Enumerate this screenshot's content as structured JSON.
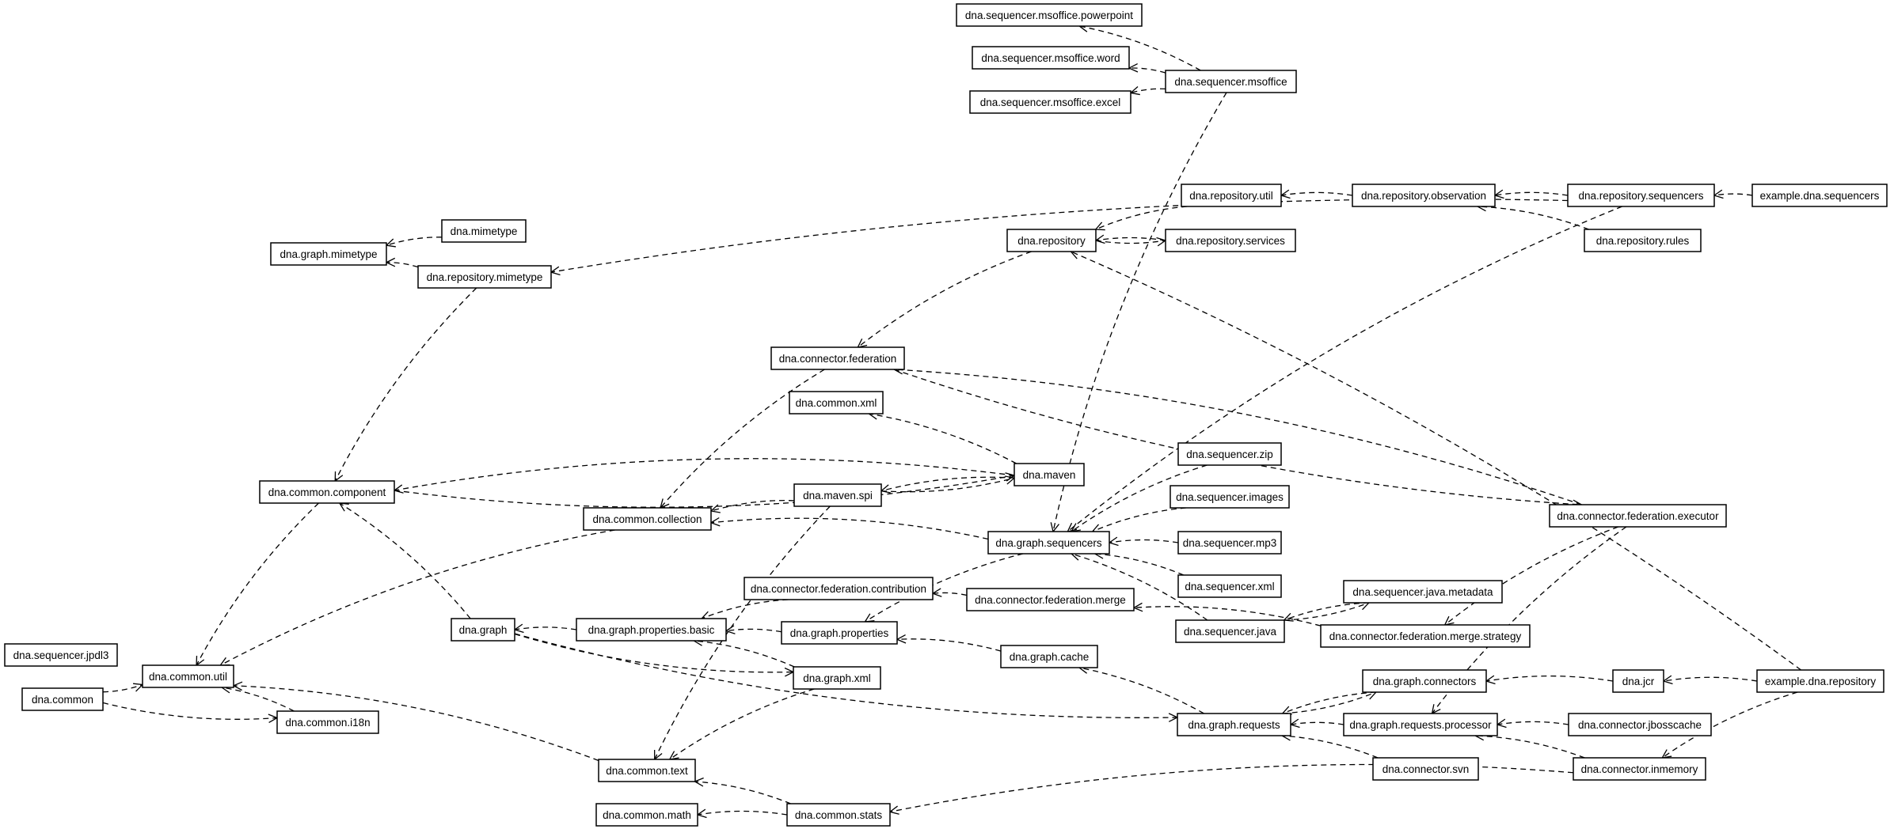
{
  "colors": {
    "line": "#000000",
    "box_fill": "#ffffff",
    "background": "#ffffff"
  },
  "nodes": [
    {
      "id": "powerpoint",
      "label": "dna.sequencer.msoffice.powerpoint"
    },
    {
      "id": "word",
      "label": "dna.sequencer.msoffice.word"
    },
    {
      "id": "excel",
      "label": "dna.sequencer.msoffice.excel"
    },
    {
      "id": "msoffice",
      "label": "dna.sequencer.msoffice"
    },
    {
      "id": "repo_util",
      "label": "dna.repository.util"
    },
    {
      "id": "repo_observation",
      "label": "dna.repository.observation"
    },
    {
      "id": "repo_sequencers",
      "label": "dna.repository.sequencers"
    },
    {
      "id": "example_sequencers",
      "label": "example.dna.sequencers"
    },
    {
      "id": "repo_rules",
      "label": "dna.repository.rules"
    },
    {
      "id": "mimetype",
      "label": "dna.mimetype"
    },
    {
      "id": "graph_mimetype",
      "label": "dna.graph.mimetype"
    },
    {
      "id": "repo_mimetype",
      "label": "dna.repository.mimetype"
    },
    {
      "id": "repository",
      "label": "dna.repository"
    },
    {
      "id": "repo_services",
      "label": "dna.repository.services"
    },
    {
      "id": "conn_federation",
      "label": "dna.connector.federation"
    },
    {
      "id": "common_xml",
      "label": "dna.common.xml"
    },
    {
      "id": "seq_zip",
      "label": "dna.sequencer.zip"
    },
    {
      "id": "maven",
      "label": "dna.maven"
    },
    {
      "id": "common_component",
      "label": "dna.common.component"
    },
    {
      "id": "maven_spi",
      "label": "dna.maven.spi"
    },
    {
      "id": "seq_images",
      "label": "dna.sequencer.images"
    },
    {
      "id": "common_collection",
      "label": "dna.common.collection"
    },
    {
      "id": "fed_executor",
      "label": "dna.connector.federation.executor"
    },
    {
      "id": "graph_sequencers",
      "label": "dna.graph.sequencers"
    },
    {
      "id": "seq_mp3",
      "label": "dna.sequencer.mp3"
    },
    {
      "id": "seq_xml",
      "label": "dna.sequencer.xml"
    },
    {
      "id": "fed_contribution",
      "label": "dna.connector.federation.contribution"
    },
    {
      "id": "fed_merge",
      "label": "dna.connector.federation.merge"
    },
    {
      "id": "seq_java_metadata",
      "label": "dna.sequencer.java.metadata"
    },
    {
      "id": "graph",
      "label": "dna.graph"
    },
    {
      "id": "props_basic",
      "label": "dna.graph.properties.basic"
    },
    {
      "id": "graph_props",
      "label": "dna.graph.properties"
    },
    {
      "id": "seq_java",
      "label": "dna.sequencer.java"
    },
    {
      "id": "merge_strategy",
      "label": "dna.connector.federation.merge.strategy"
    },
    {
      "id": "seq_jpdl3",
      "label": "dna.sequencer.jpdl3"
    },
    {
      "id": "graph_cache",
      "label": "dna.graph.cache"
    },
    {
      "id": "common_util",
      "label": "dna.common.util"
    },
    {
      "id": "graph_xml",
      "label": "dna.graph.xml"
    },
    {
      "id": "graph_connectors",
      "label": "dna.graph.connectors"
    },
    {
      "id": "jcr",
      "label": "dna.jcr"
    },
    {
      "id": "example_repository",
      "label": "example.dna.repository"
    },
    {
      "id": "common",
      "label": "dna.common"
    },
    {
      "id": "common_i18n",
      "label": "dna.common.i18n"
    },
    {
      "id": "graph_requests",
      "label": "dna.graph.requests"
    },
    {
      "id": "requests_processor",
      "label": "dna.graph.requests.processor"
    },
    {
      "id": "jbosscache",
      "label": "dna.connector.jbosscache"
    },
    {
      "id": "common_text",
      "label": "dna.common.text"
    },
    {
      "id": "conn_svn",
      "label": "dna.connector.svn"
    },
    {
      "id": "conn_inmemory",
      "label": "dna.connector.inmemory"
    },
    {
      "id": "common_math",
      "label": "dna.common.math"
    },
    {
      "id": "common_stats",
      "label": "dna.common.stats"
    }
  ],
  "edges": [
    {
      "from": "msoffice",
      "to": "powerpoint"
    },
    {
      "from": "msoffice",
      "to": "word"
    },
    {
      "from": "msoffice",
      "to": "excel"
    },
    {
      "from": "msoffice",
      "to": "graph_sequencers"
    },
    {
      "from": "repo_observation",
      "to": "repo_util"
    },
    {
      "from": "repo_sequencers",
      "to": "repo_observation"
    },
    {
      "from": "example_sequencers",
      "to": "repo_sequencers"
    },
    {
      "from": "repo_rules",
      "to": "repo_observation"
    },
    {
      "from": "repo_sequencers",
      "to": "repo_mimetype"
    },
    {
      "from": "repo_sequencers",
      "to": "graph_sequencers"
    },
    {
      "from": "repo_util",
      "to": "repository"
    },
    {
      "from": "repository",
      "to": "repo_services"
    },
    {
      "from": "repo_services",
      "to": "repository"
    },
    {
      "from": "repository",
      "to": "conn_federation"
    },
    {
      "from": "mimetype",
      "to": "graph_mimetype"
    },
    {
      "from": "repo_mimetype",
      "to": "graph_mimetype"
    },
    {
      "from": "repo_mimetype",
      "to": "common_component"
    },
    {
      "from": "conn_federation",
      "to": "common_collection"
    },
    {
      "from": "conn_federation",
      "to": "fed_executor"
    },
    {
      "from": "fed_executor",
      "to": "conn_federation"
    },
    {
      "from": "maven",
      "to": "common_xml"
    },
    {
      "from": "maven",
      "to": "common_component"
    },
    {
      "from": "common_component",
      "to": "maven"
    },
    {
      "from": "maven",
      "to": "maven_spi"
    },
    {
      "from": "maven_spi",
      "to": "maven"
    },
    {
      "from": "maven_spi",
      "to": "common_collection"
    },
    {
      "from": "maven_spi",
      "to": "common_text"
    },
    {
      "from": "seq_zip",
      "to": "graph_sequencers"
    },
    {
      "from": "seq_images",
      "to": "graph_sequencers"
    },
    {
      "from": "seq_mp3",
      "to": "graph_sequencers"
    },
    {
      "from": "seq_xml",
      "to": "graph_sequencers"
    },
    {
      "from": "seq_java",
      "to": "graph_sequencers"
    },
    {
      "from": "graph_sequencers",
      "to": "common_collection"
    },
    {
      "from": "graph_sequencers",
      "to": "graph_props"
    },
    {
      "from": "common_collection",
      "to": "common_util"
    },
    {
      "from": "common_component",
      "to": "common_util"
    },
    {
      "from": "fed_executor",
      "to": "merge_strategy"
    },
    {
      "from": "fed_executor",
      "to": "requests_processor"
    },
    {
      "from": "fed_merge",
      "to": "fed_contribution"
    },
    {
      "from": "fed_contribution",
      "to": "props_basic"
    },
    {
      "from": "seq_java",
      "to": "seq_java_metadata"
    },
    {
      "from": "seq_java_metadata",
      "to": "seq_java"
    },
    {
      "from": "merge_strategy",
      "to": "fed_merge"
    },
    {
      "from": "graph",
      "to": "common_component"
    },
    {
      "from": "props_basic",
      "to": "graph"
    },
    {
      "from": "graph_props",
      "to": "props_basic"
    },
    {
      "from": "graph",
      "to": "graph_xml"
    },
    {
      "from": "graph_xml",
      "to": "props_basic"
    },
    {
      "from": "graph",
      "to": "graph_requests"
    },
    {
      "from": "graph_cache",
      "to": "graph_props"
    },
    {
      "from": "graph_requests",
      "to": "graph_cache"
    },
    {
      "from": "graph_xml",
      "to": "common_text"
    },
    {
      "from": "common_i18n",
      "to": "common_util"
    },
    {
      "from": "common",
      "to": "common_util"
    },
    {
      "from": "common",
      "to": "common_i18n"
    },
    {
      "from": "common_text",
      "to": "common_util"
    },
    {
      "from": "graph_requests",
      "to": "graph_connectors"
    },
    {
      "from": "graph_connectors",
      "to": "graph_requests"
    },
    {
      "from": "requests_processor",
      "to": "graph_requests"
    },
    {
      "from": "conn_svn",
      "to": "graph_requests"
    },
    {
      "from": "jcr",
      "to": "graph_connectors"
    },
    {
      "from": "example_repository",
      "to": "jcr"
    },
    {
      "from": "example_repository",
      "to": "repository"
    },
    {
      "from": "example_repository",
      "to": "conn_inmemory"
    },
    {
      "from": "jbosscache",
      "to": "requests_processor"
    },
    {
      "from": "conn_inmemory",
      "to": "requests_processor"
    },
    {
      "from": "conn_inmemory",
      "to": "common_stats"
    },
    {
      "from": "common_stats",
      "to": "common_math"
    },
    {
      "from": "common_stats",
      "to": "common_text"
    }
  ]
}
